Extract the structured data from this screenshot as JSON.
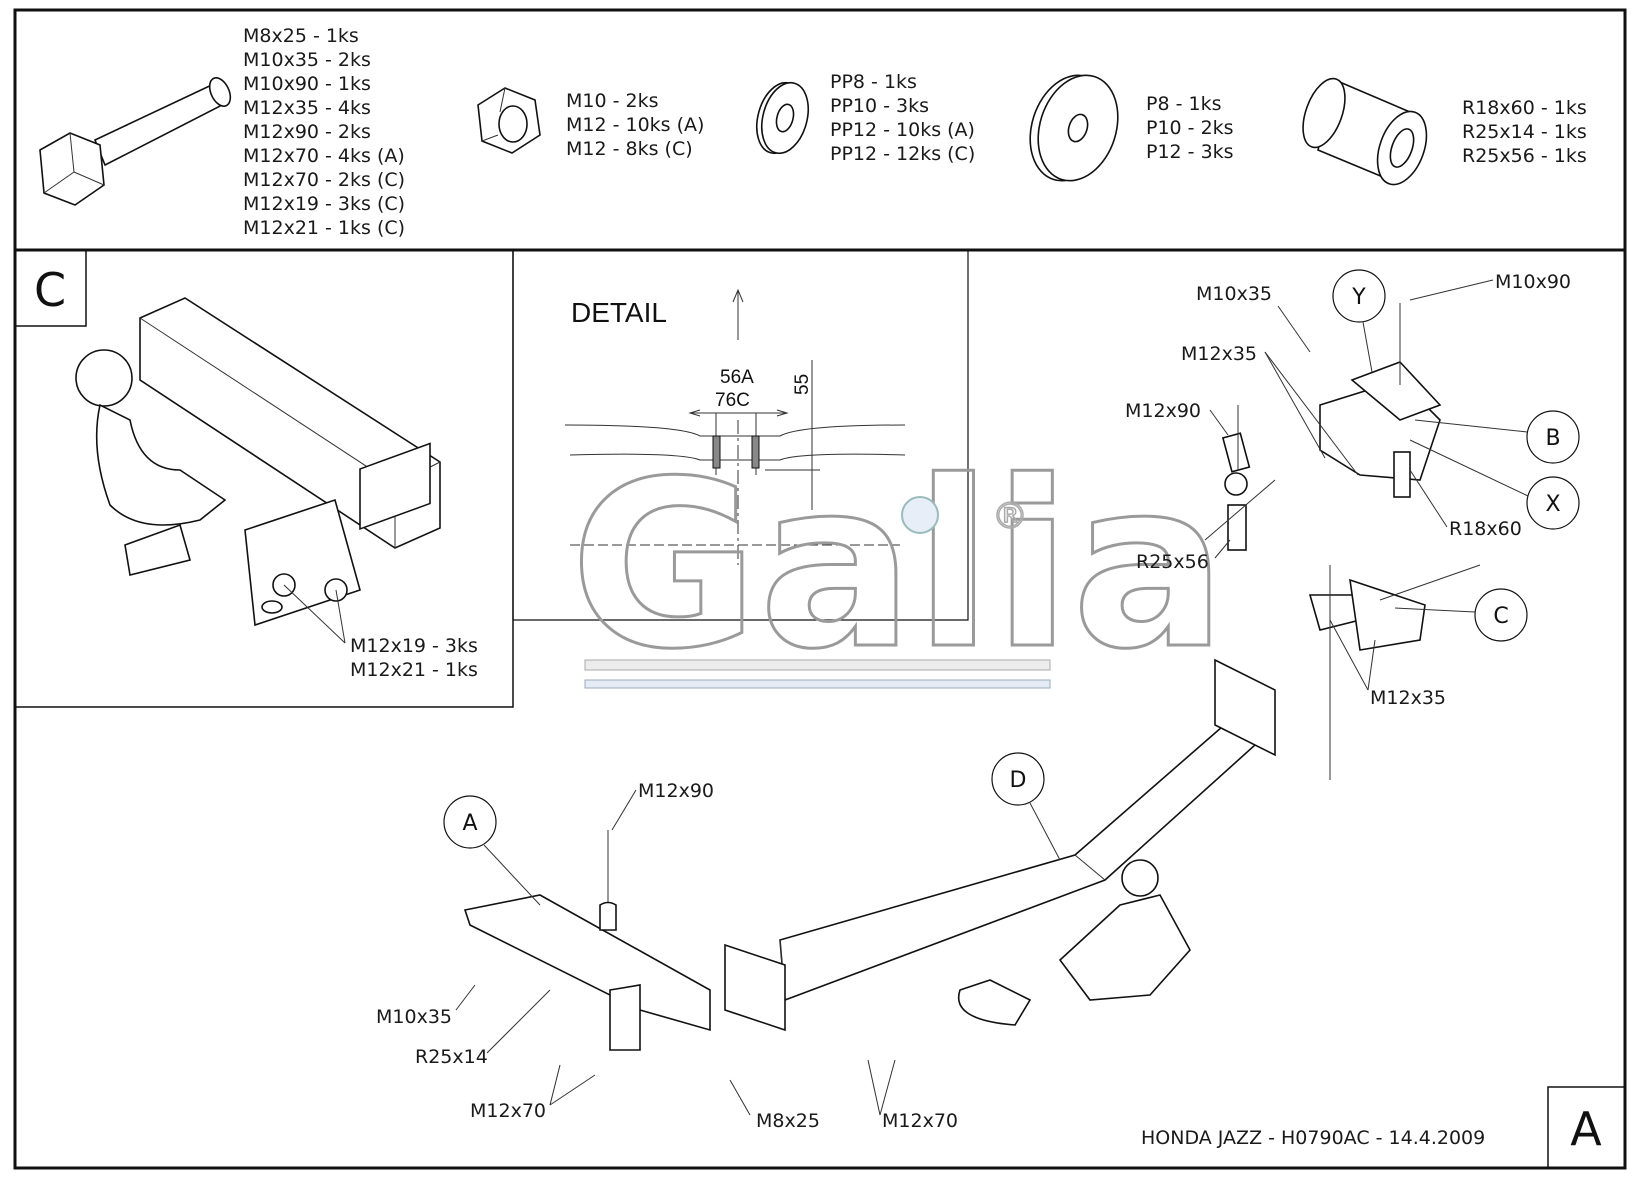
{
  "parts_list": {
    "bolts": [
      "M8x25 - 1ks",
      "M10x35 - 2ks",
      "M10x90 - 1ks",
      "M12x35 - 4ks",
      "M12x90 - 2ks",
      "M12x70 - 4ks (A)",
      "M12x70 - 2ks (C)",
      "M12x19 - 3ks (C)",
      "M12x21 - 1ks (C)"
    ],
    "nuts": [
      "M10 - 2ks",
      "M12 - 10ks (A)",
      "M12 - 8ks (C)"
    ],
    "spring_washers": [
      "PP8 - 1ks",
      "PP10 - 3ks",
      "PP12 - 10ks (A)",
      "PP12 - 12ks (C)"
    ],
    "flat_washers": [
      "P8 - 1ks",
      "P10 - 2ks",
      "P12 - 3ks"
    ],
    "spacers": [
      "R18x60 - 1ks",
      "R25x14 - 1ks",
      "R25x56 - 1ks"
    ]
  },
  "inset_c": {
    "corner_letter": "C",
    "labels": [
      "M12x19 - 3ks",
      "M12x21 - 1ks"
    ]
  },
  "detail": {
    "title": "DETAIL",
    "dim_a": "56A",
    "dim_c": "76C",
    "dim_h": "55"
  },
  "watermark": {
    "text": "Galia",
    "mark": "®"
  },
  "callouts": {
    "A": "A",
    "B": "B",
    "C": "C",
    "D": "D",
    "X": "X",
    "Y": "Y"
  },
  "labels": {
    "m10x35_top": "M10x35",
    "m10x90": "M10x90",
    "m12x35_top": "M12x35",
    "m12x90_right": "M12x90",
    "r18x60": "R18x60",
    "r25x56": "R25x56",
    "m12x35_right": "M12x35",
    "m12x90_left": "M12x90",
    "m10x35_left": "M10x35",
    "r25x14": "R25x14",
    "m12x70_left": "M12x70",
    "m8x25": "M8x25",
    "m12x70_right": "M12x70"
  },
  "footer": {
    "title": "HONDA JAZZ - H0790AC - 14.4.2009",
    "sheet_letter": "A"
  }
}
